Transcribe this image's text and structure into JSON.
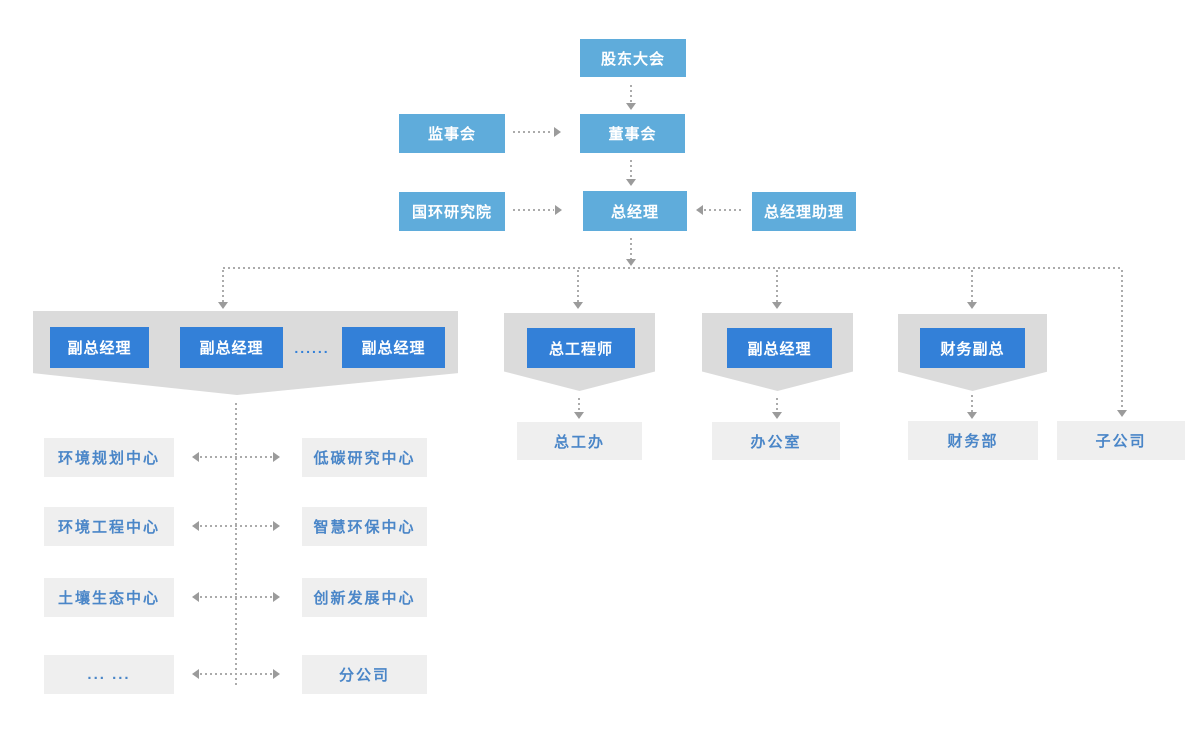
{
  "colors": {
    "light_blue": "#5FACDB",
    "deep_blue": "#3380D8",
    "banner_gray": "#DBDBDB",
    "box_gray": "#EFEFEF",
    "box_text_blue": "#4A86C8",
    "connector_gray": "#ABABAB",
    "node_text_white": "#FFFFFF"
  },
  "org": {
    "shareholders_meeting": "股东大会",
    "supervisory_board": "监事会",
    "board_of_directors": "董事会",
    "research_institute": "国环研究院",
    "general_manager": "总经理",
    "gm_assistant": "总经理助理",
    "deputy_gm_1": "副总经理",
    "deputy_gm_2": "副总经理",
    "deputy_gm_ellipsis": "......",
    "deputy_gm_3": "副总经理",
    "chief_engineer": "总工程师",
    "deputy_gm_office_branch": "副总经理",
    "finance_deputy_gm": "财务副总",
    "chief_engineer_office": "总工办",
    "admin_office": "办公室",
    "finance_dept": "财务部",
    "subsidiary": "子公司",
    "centers_left": [
      "环境规划中心",
      "环境工程中心",
      "土壤生态中心",
      "... ..."
    ],
    "centers_right": [
      "低碳研究中心",
      "智慧环保中心",
      "创新发展中心",
      "分公司"
    ]
  }
}
